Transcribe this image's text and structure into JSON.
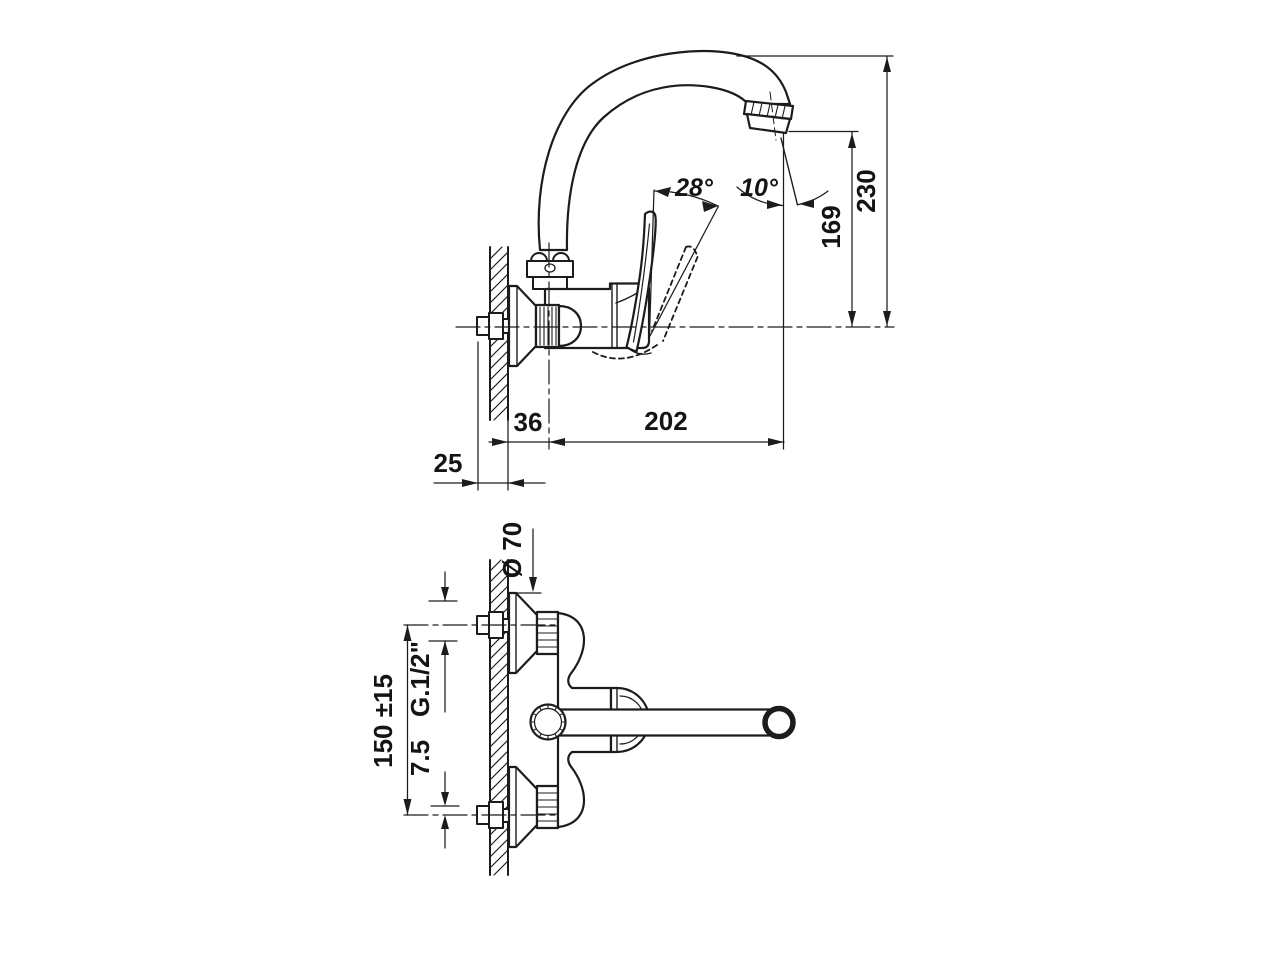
{
  "colors": {
    "background": "#ffffff",
    "line": "#1c1c1c",
    "thin_line": "#222222",
    "text": "#141414"
  },
  "side_view": {
    "dims": {
      "height_total": "230",
      "height_outlet": "169",
      "angle_handle": "28°",
      "angle_stream": "10°",
      "wall_to_axis": "36",
      "axis_to_outlet": "202",
      "wall_offset": "25"
    }
  },
  "plan_view": {
    "dims": {
      "escutcheon_diameter": "Ø 70",
      "thread": "G.1/2\"",
      "connection_centers": "150 ±15",
      "eccentric_offset": "7.5"
    }
  }
}
